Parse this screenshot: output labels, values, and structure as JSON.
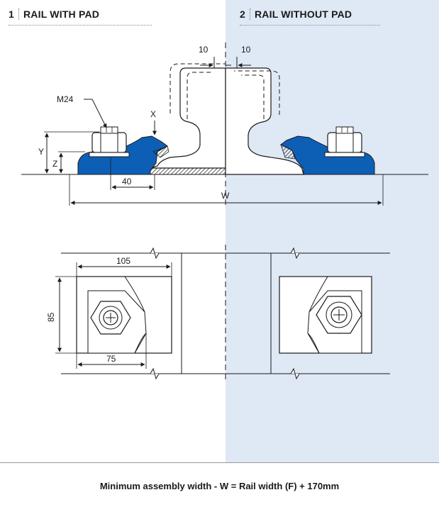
{
  "sections": [
    {
      "number": "1",
      "title": "RAIL WITH PAD"
    },
    {
      "number": "2",
      "title": "RAIL WITHOUT PAD"
    }
  ],
  "labels": {
    "bolt": "M24",
    "x": "X",
    "y": "Y",
    "z": "Z",
    "offset_left": "10",
    "offset_right": "10",
    "dim_40": "40",
    "width_w": "W",
    "dim_105": "105",
    "dim_85": "85",
    "dim_75": "75"
  },
  "footer": "Minimum assembly width - W = Rail width (F) + 170mm",
  "colors": {
    "clip_blue": "#0d5fb6",
    "background_right": "#dfe8f5",
    "line": "#1a1a1a"
  }
}
